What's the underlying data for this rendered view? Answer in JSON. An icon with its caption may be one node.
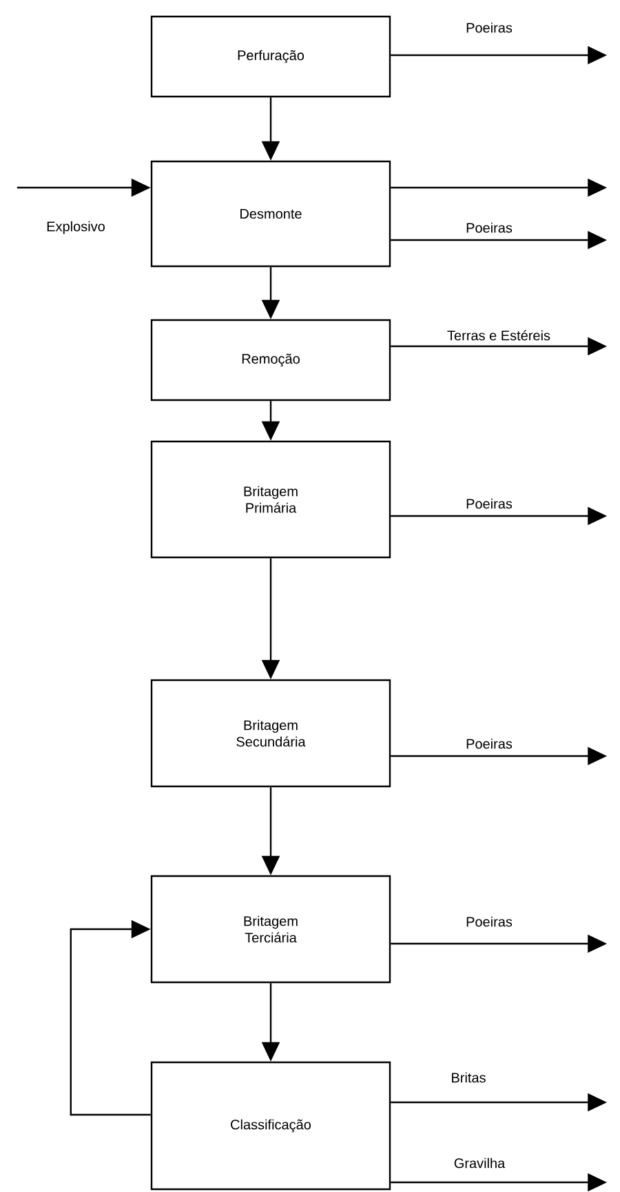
{
  "diagram": {
    "nodes": [
      {
        "text": [
          "Perfuração"
        ]
      },
      {
        "text": [
          "Desmonte"
        ]
      },
      {
        "text": [
          "Remoção"
        ]
      },
      {
        "text": [
          "Britagem Primária"
        ]
      },
      {
        "text": [
          "Britagem Secundária"
        ]
      },
      {
        "text": [
          "Britagem Terciária"
        ]
      },
      {
        "text": [
          "Classificação"
        ]
      }
    ],
    "edges": [
      {
        "from": 0,
        "to": 1,
        "arrow": "to"
      },
      {
        "from": 1,
        "to": 2,
        "arrow": "to"
      },
      {
        "from": 2,
        "to": 3,
        "arrow": "to"
      },
      {
        "from": 3,
        "to": 4,
        "arrow": "to"
      },
      {
        "from": 4,
        "to": 5,
        "arrow": "to"
      },
      {
        "from": 5,
        "to": 6,
        "arrow": "to"
      },
      {
        "from": 6,
        "to": 5,
        "arrow": "to"
      },
      {
        "from": null,
        "to": 1,
        "arrow": "to",
        "label": "Explosivo"
      },
      {
        "from": 0,
        "to": null,
        "arrow": "to",
        "label": "Poeiras"
      },
      {
        "from": 1,
        "to": null,
        "arrow": "to"
      },
      {
        "from": 1,
        "to": null,
        "arrow": "to",
        "label": "Poeiras"
      },
      {
        "from": 2,
        "to": null,
        "arrow": "to",
        "label": "Terras e Estéreis"
      },
      {
        "from": 3,
        "to": null,
        "arrow": "to",
        "label": "Poeiras"
      },
      {
        "from": 4,
        "to": null,
        "arrow": "to",
        "label": "Poeiras"
      },
      {
        "from": 5,
        "to": null,
        "arrow": "to",
        "label": "Poeiras"
      },
      {
        "from": 6,
        "to": null,
        "arrow": "to",
        "label": "Britas"
      },
      {
        "from": 6,
        "to": null,
        "arrow": "to",
        "label": "Gravilha"
      }
    ]
  }
}
